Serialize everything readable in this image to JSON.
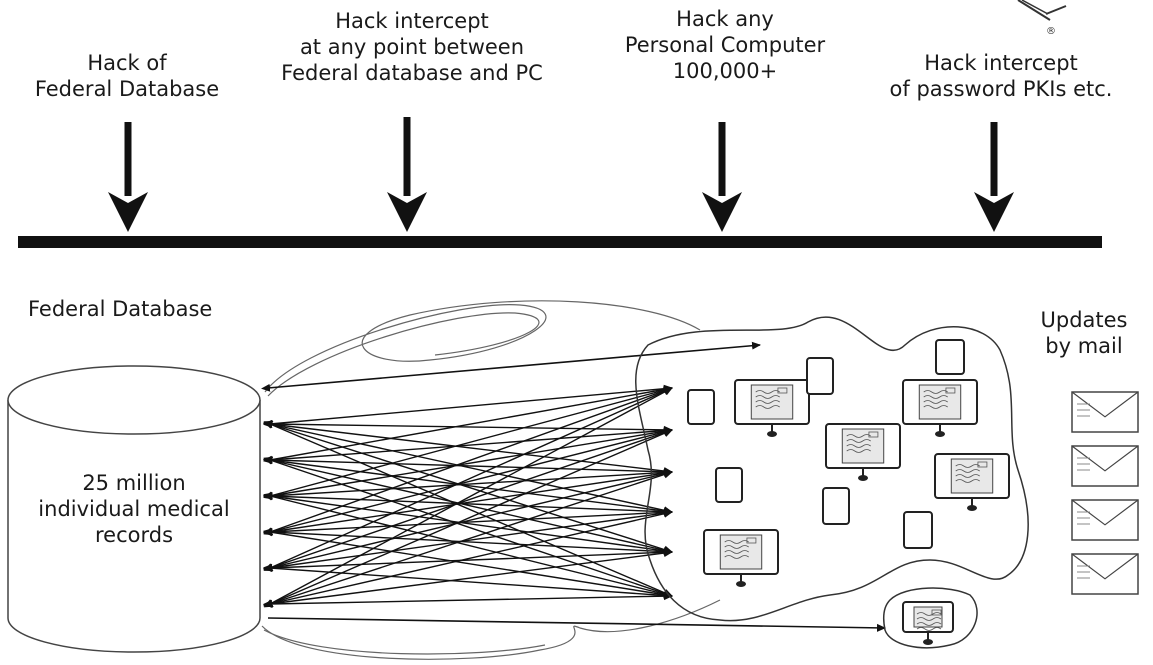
{
  "attacks": [
    {
      "lines": [
        "Hack of",
        "Federal Database"
      ]
    },
    {
      "lines": [
        "Hack intercept",
        "at any point between",
        "Federal database and PC"
      ]
    },
    {
      "lines": [
        "Hack any",
        "Personal Computer",
        "100,000+"
      ]
    },
    {
      "lines": [
        "Hack intercept",
        "of password PKIs etc."
      ]
    }
  ],
  "database": {
    "title": "Federal Database",
    "body": [
      "25 million",
      "individual medical",
      "records"
    ]
  },
  "mail": {
    "lines": [
      "Updates",
      "by mail"
    ],
    "envelope_count": 4
  },
  "trademark": "®",
  "icons": [
    "down-arrow-icon",
    "database-cylinder-icon",
    "monitor-icon",
    "tablet-icon",
    "envelope-icon"
  ]
}
